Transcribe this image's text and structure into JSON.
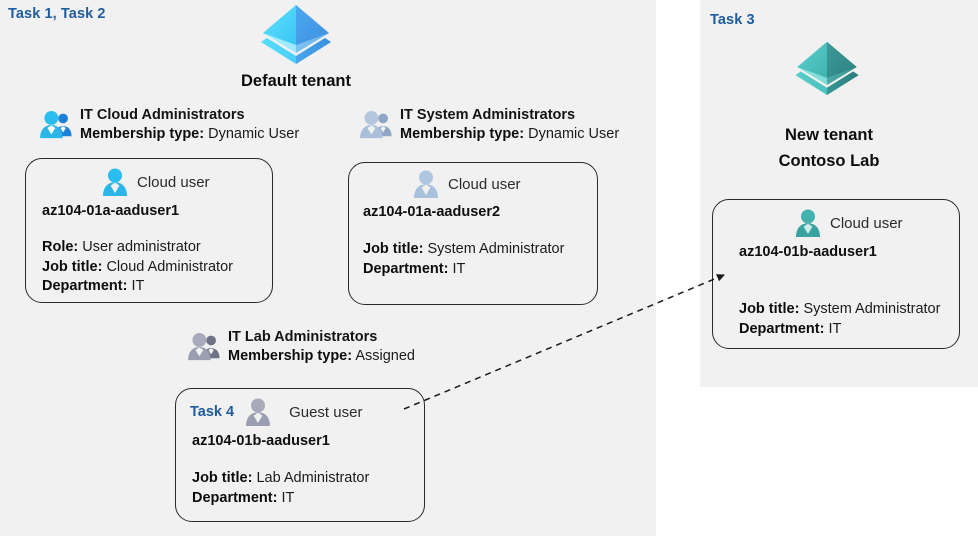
{
  "panels": {
    "left": {
      "task_label": "Task 1, Task 2"
    },
    "right": {
      "task_label": "Task 3"
    }
  },
  "tenants": {
    "default": {
      "name": "Default tenant",
      "icon": "azure-tenant-icon",
      "color": "#3fa9f5"
    },
    "new": {
      "line1": "New  tenant",
      "line2": "Contoso Lab",
      "icon": "azure-tenant-icon",
      "color": "#3aada8"
    }
  },
  "groups": [
    {
      "name": "IT Cloud Administrators",
      "membership_label": "Membership type:",
      "membership_value": "Dynamic User",
      "icon": "group-users-icon",
      "color": "#28b9ee"
    },
    {
      "name": "IT System Administrators",
      "membership_label": "Membership type:",
      "membership_value": "Dynamic User",
      "icon": "group-users-icon",
      "color": "#a8bed8"
    },
    {
      "name": "IT Lab Administrators",
      "membership_label": "Membership type:",
      "membership_value": "Assigned",
      "icon": "group-users-icon",
      "color": "#9a9cb0"
    }
  ],
  "cards": [
    {
      "user_type": "Cloud user",
      "icon": "cloud-user-icon",
      "color": "#29b6e8",
      "task": "",
      "username": "az104-01a-aaduser1",
      "props": [
        {
          "label": "Role:",
          "value": "User administrator"
        },
        {
          "label": "Job title:",
          "value": "Cloud Administrator"
        },
        {
          "label": "Department:",
          "value": "IT"
        }
      ]
    },
    {
      "user_type": "Cloud user",
      "icon": "cloud-user-icon",
      "color": "#a8c1dd",
      "task": "",
      "username": "az104-01a-aaduser2",
      "props": [
        {
          "label": "Job title:",
          "value": "System Administrator"
        },
        {
          "label": "Department:",
          "value": "IT"
        }
      ]
    },
    {
      "user_type": "Guest user",
      "icon": "guest-user-icon",
      "color": "#a0a2b4",
      "task": "Task 4",
      "username": "az104-01b-aaduser1",
      "props": [
        {
          "label": "Job title:",
          "value": "Lab Administrator"
        },
        {
          "label": "Department:",
          "value": "IT"
        }
      ]
    },
    {
      "user_type": "Cloud user",
      "icon": "cloud-user-icon",
      "color": "#3aa8a6",
      "task": "",
      "username": "az104-01b-aaduser1",
      "props": [
        {
          "label": "Job title:",
          "value": "System Administrator"
        },
        {
          "label": "Department:",
          "value": "IT"
        }
      ]
    }
  ],
  "connector": {
    "name": "guest-user-invite-arrow",
    "style": "dashed",
    "color": "#1a1a1a",
    "from": "az104-01b-aaduser1 (guest, default tenant)",
    "to": "az104-01b-aaduser1 (cloud user, Contoso Lab tenant)"
  }
}
